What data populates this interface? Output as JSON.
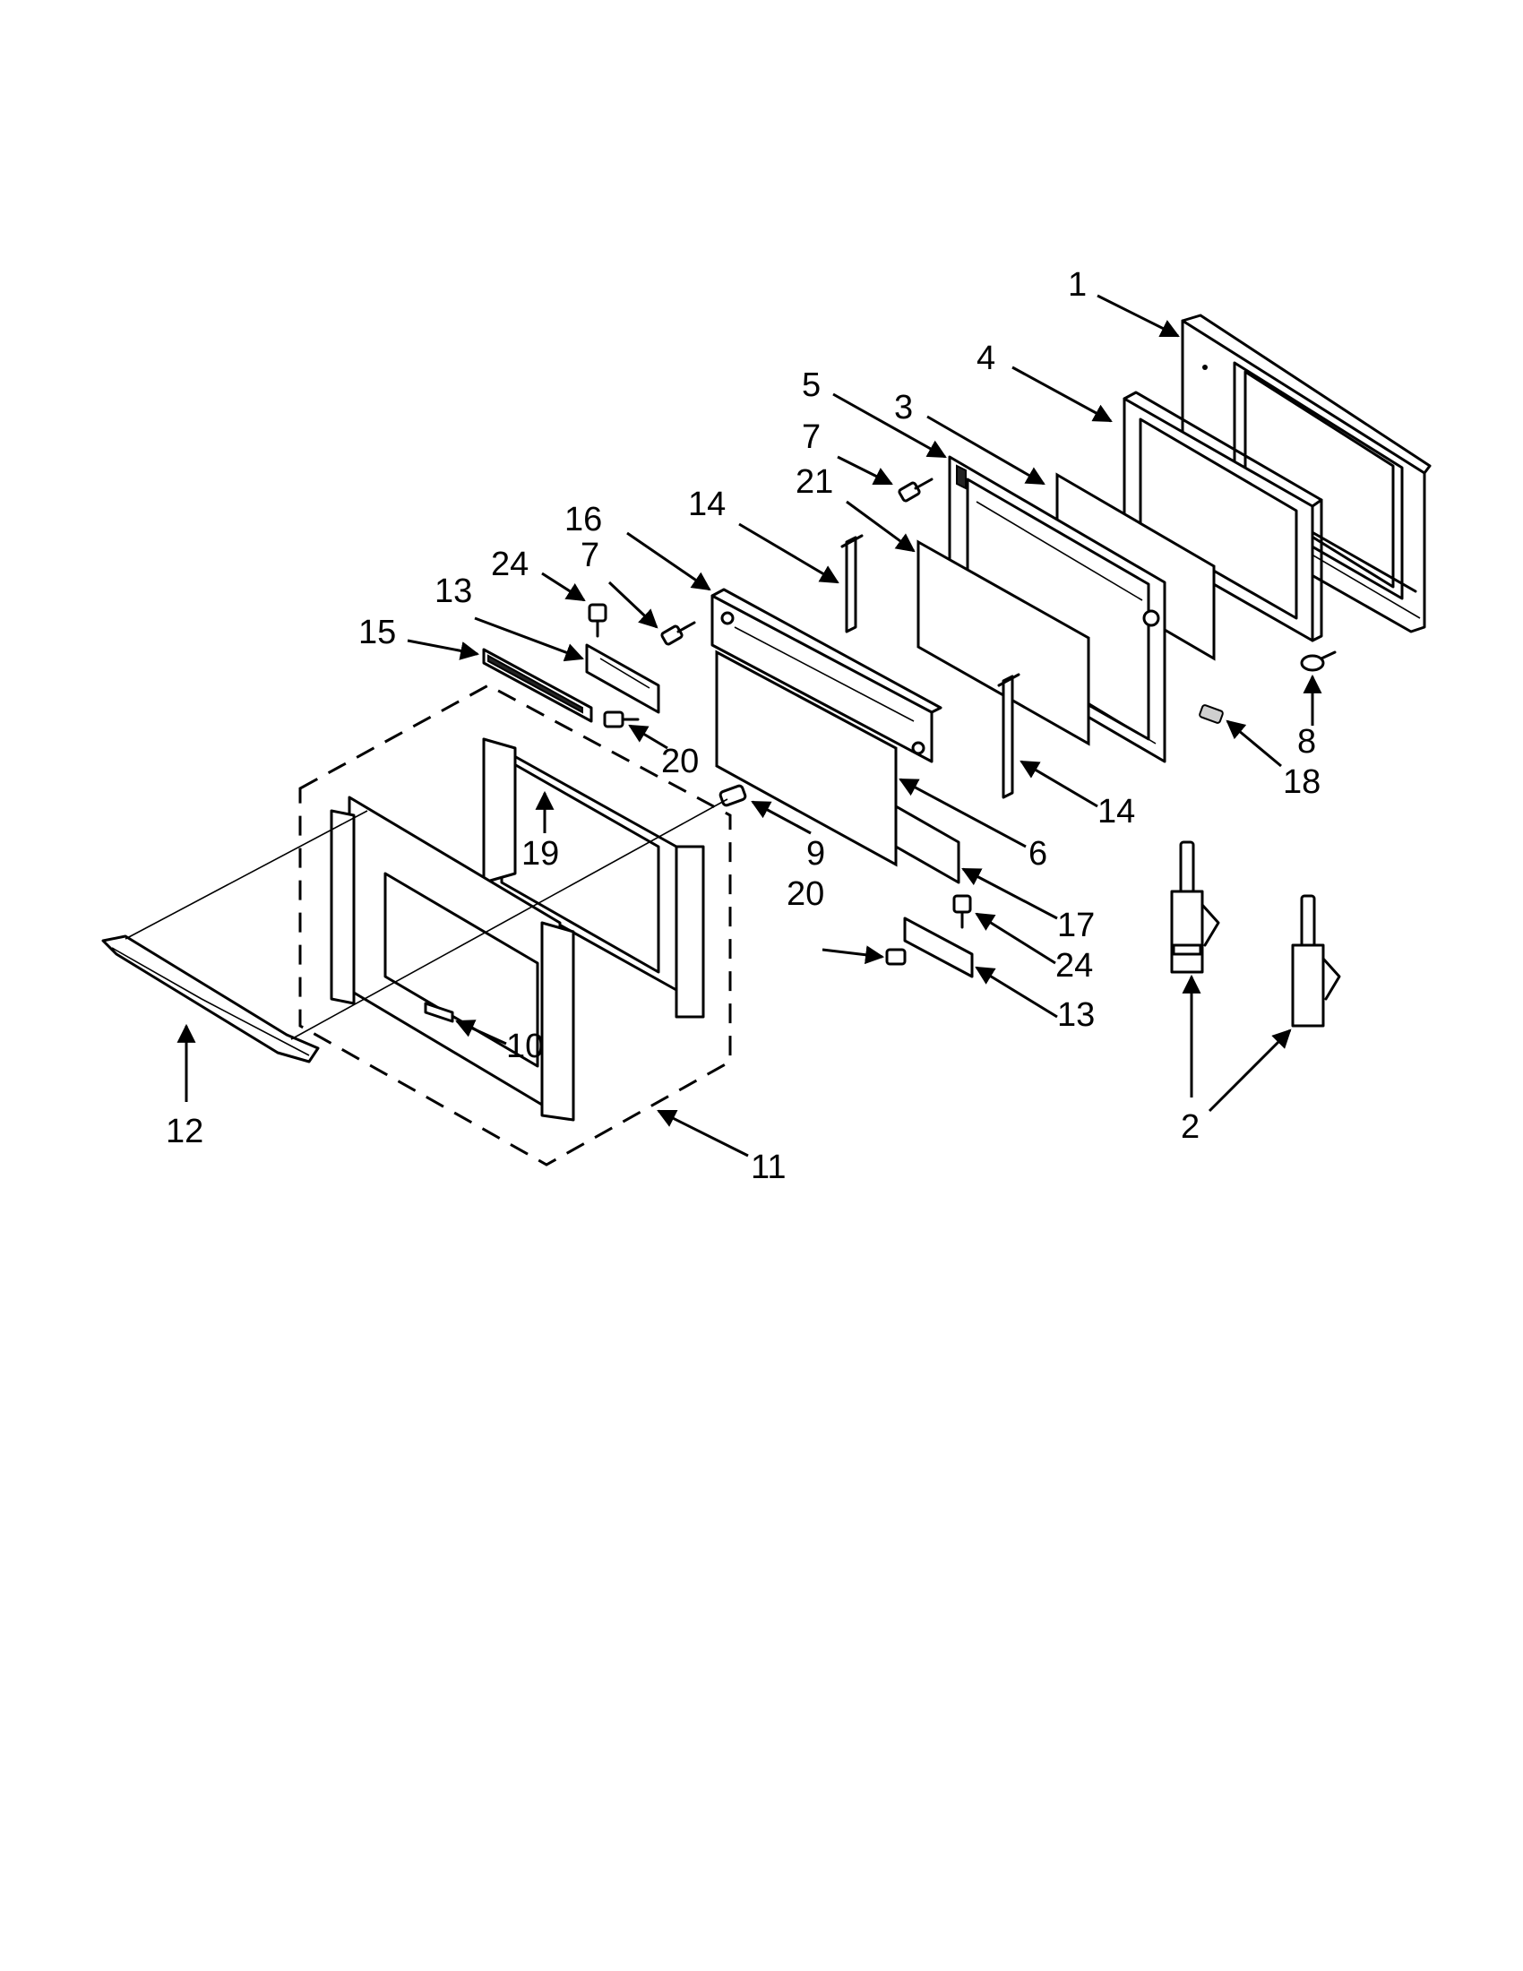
{
  "diagram": {
    "callouts": [
      {
        "id": "1",
        "label": "1"
      },
      {
        "id": "4",
        "label": "4"
      },
      {
        "id": "5",
        "label": "5"
      },
      {
        "id": "3",
        "label": "3"
      },
      {
        "id": "7a",
        "label": "7"
      },
      {
        "id": "21",
        "label": "21"
      },
      {
        "id": "16",
        "label": "16"
      },
      {
        "id": "14a",
        "label": "14"
      },
      {
        "id": "7b",
        "label": "7"
      },
      {
        "id": "24a",
        "label": "24"
      },
      {
        "id": "13a",
        "label": "13"
      },
      {
        "id": "15",
        "label": "15"
      },
      {
        "id": "20a",
        "label": "20"
      },
      {
        "id": "19",
        "label": "19"
      },
      {
        "id": "9",
        "label": "9"
      },
      {
        "id": "6",
        "label": "6"
      },
      {
        "id": "14b",
        "label": "14"
      },
      {
        "id": "8",
        "label": "8"
      },
      {
        "id": "18",
        "label": "18"
      },
      {
        "id": "17",
        "label": "17"
      },
      {
        "id": "20b",
        "label": "20"
      },
      {
        "id": "24b",
        "label": "24"
      },
      {
        "id": "13b",
        "label": "13"
      },
      {
        "id": "10",
        "label": "10"
      },
      {
        "id": "12",
        "label": "12"
      },
      {
        "id": "11",
        "label": "11"
      },
      {
        "id": "2",
        "label": "2"
      }
    ]
  }
}
